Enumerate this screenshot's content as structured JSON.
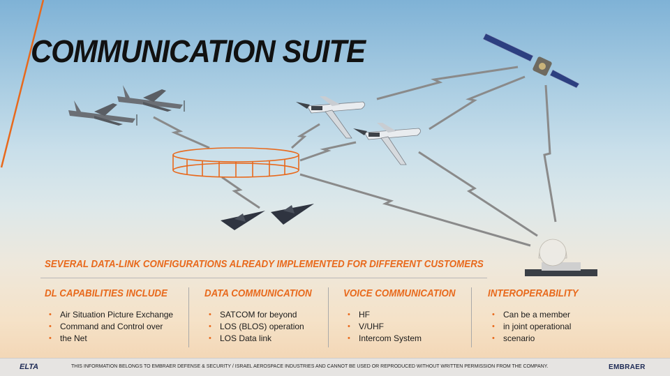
{
  "slide": {
    "title": "COMMUNICATION SUITE",
    "headline": "SEVERAL DATA-LINK CONFIGURATIONS ALREADY IMPLEMENTED FOR DIFFERENT CUSTOMERS"
  },
  "columns": [
    {
      "heading": "DL CAPABILITIES INCLUDE",
      "items": [
        "Air Situation Picture Exchange",
        "Command and Control over",
        "the Net"
      ]
    },
    {
      "heading": "DATA COMMUNICATION",
      "items": [
        "SATCOM for beyond",
        "LOS (BLOS) operation",
        "LOS Data link"
      ]
    },
    {
      "heading": "VOICE COMMUNICATION",
      "items": [
        "HF",
        "V/UHF",
        "Intercom System"
      ]
    },
    {
      "heading": "INTEROPERABILITY",
      "items": [
        "Can be a member",
        "in joint operational",
        "scenario"
      ]
    }
  ],
  "footer": {
    "left_logo": "ELTA",
    "notice": "THIS INFORMATION BELONGS TO EMBRAER DEFENSE & SECURITY / ISRAEL  AEROSPACE INDUSTRIES AND CANNOT BE USED OR REPRODUCED WITHOUT WRITTEN PERMISSION FROM THE COMPANY.",
    "right_logo": "EMBRAER"
  },
  "colors": {
    "accent": "#e8691c",
    "title": "#111111",
    "link": "#8a8a8a",
    "brand_navy": "#1d2a55"
  },
  "icons": [
    "turboprop-aircraft-icon",
    "business-jet-icon",
    "fighter-jet-icon",
    "satellite-icon",
    "radar-dome-icon",
    "network-ring-icon"
  ]
}
